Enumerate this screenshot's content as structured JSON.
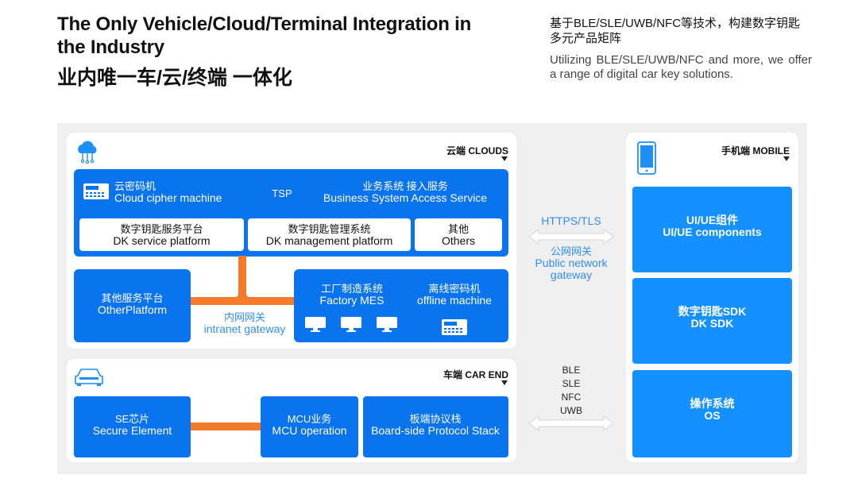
{
  "header": {
    "title_en": "The Only Vehicle/Cloud/Terminal Integration in the Industry",
    "title_cn": "业内唯一车/云/终端 一体化",
    "subtitle_cn": "基于BLE/SLE/UWB/NFC等技术，构建数字钥匙多元产品矩阵",
    "subtitle_en": "Utilizing BLE/SLE/UWB/NFC and more, we offer a range of digital car key solutions."
  },
  "clouds": {
    "label": "云端 CLOUDS",
    "cipher_cn": "云密码机",
    "cipher_en": "Cloud cipher machine",
    "tsp": "TSP",
    "biz_cn": "业务系统 接入服务",
    "biz_en": "Business System Access Service",
    "dk_service_cn": "数字钥匙服务平台",
    "dk_service_en": "DK service platform",
    "dk_mgmt_cn": "数字钥匙管理系统",
    "dk_mgmt_en": "DK management platform",
    "others_cn": "其他",
    "others_en": "Others",
    "other_platform_cn": "其他服务平台",
    "other_platform_en": "OtherPlatform",
    "intranet_cn": "内网网关",
    "intranet_en": "intranet gateway",
    "factory_cn": "工厂制造系统",
    "factory_en": "Factory MES",
    "offline_cn": "离线密码机",
    "offline_en": "offline machine"
  },
  "car": {
    "label": "车端 CAR END",
    "se_cn": "SE芯片",
    "se_en": "Secure Element",
    "mcu_cn": "MCU业务",
    "mcu_en": "MCU operation",
    "board_cn": "板端协议栈",
    "board_en": "Board-side Protocol Stack"
  },
  "middle": {
    "https": "HTTPS/TLS",
    "public_cn": "公网网关",
    "public_en": "Public network gateway",
    "ble": "BLE",
    "sle": "SLE",
    "nfc": "NFC",
    "uwb": "UWB"
  },
  "mobile": {
    "label": "手机端 MOBILE",
    "ui_cn": "UI/UE组件",
    "ui_en": "UI/UE components",
    "sdk_cn": "数字钥匙SDK",
    "sdk_en": "DK SDK",
    "os_cn": "操作系统",
    "os_en": "OS"
  },
  "colors": {
    "blue": "#0a73ee",
    "mobile_blue": "#1490ff",
    "orange": "#f47b2a",
    "gateway_text": "#2f8ef0"
  }
}
